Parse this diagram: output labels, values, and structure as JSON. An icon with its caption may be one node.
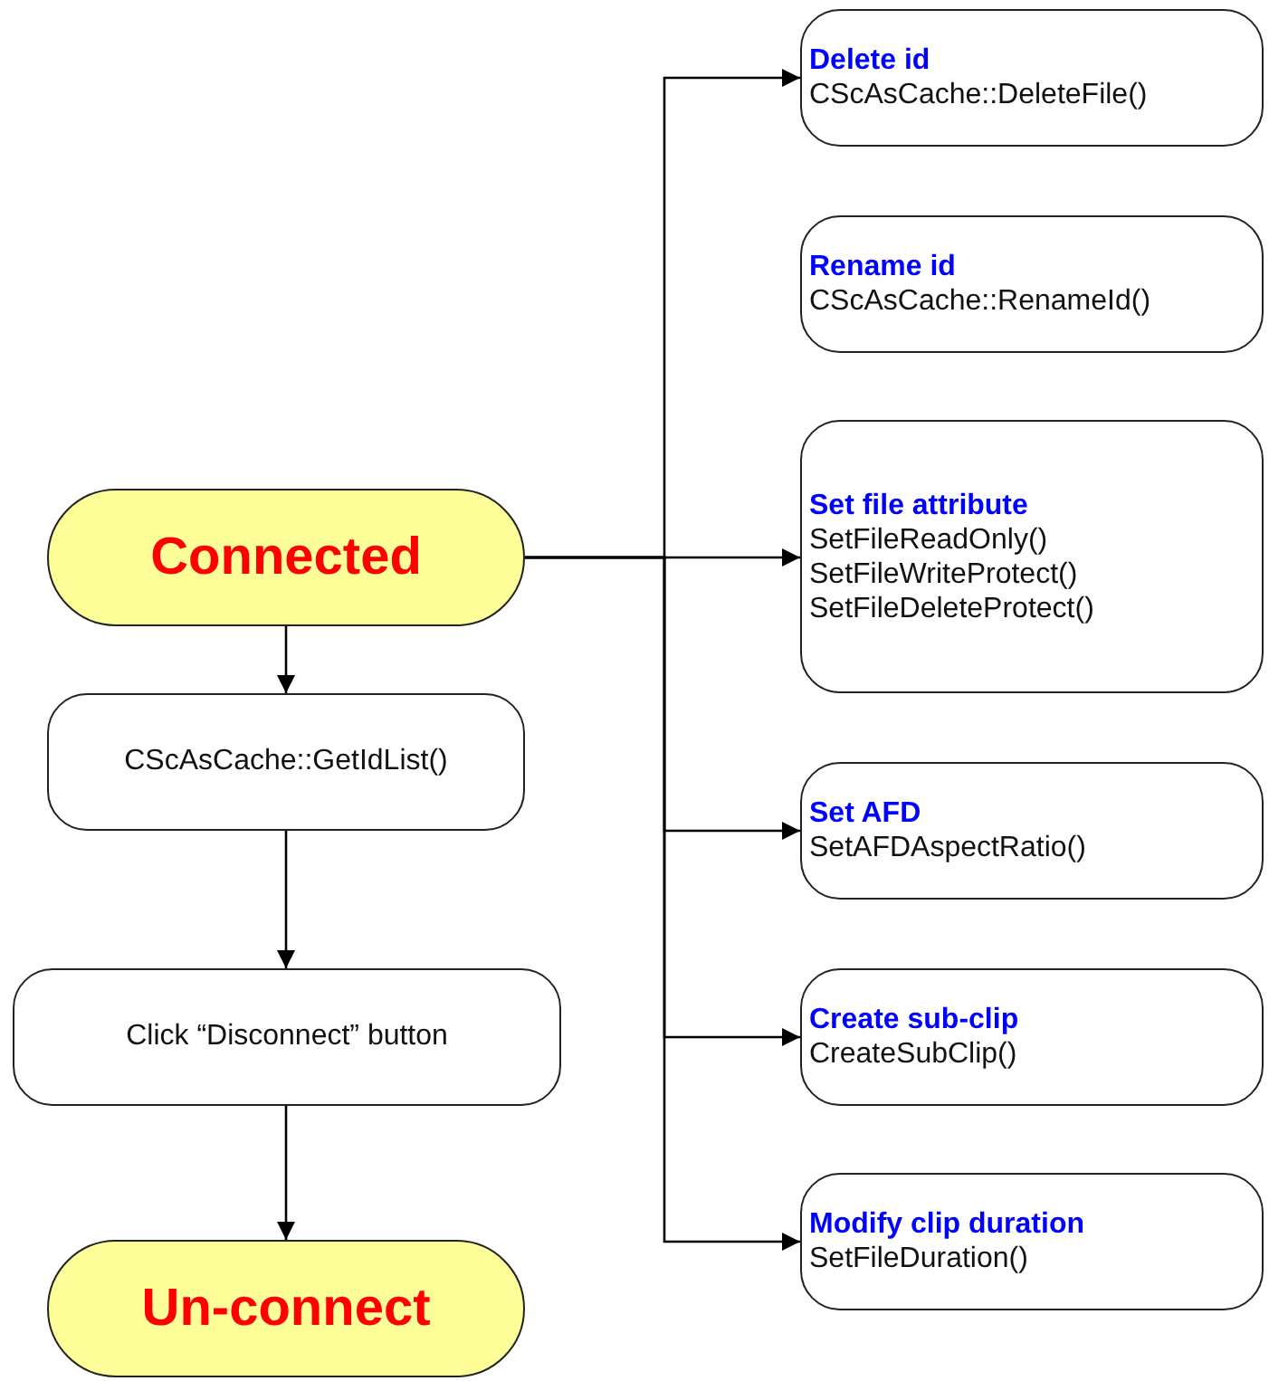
{
  "diagram": {
    "nodes": [
      {
        "text": [
          "Connected"
        ]
      },
      {
        "text": [
          "CScAsCache::GetIdList()"
        ]
      },
      {
        "text": [
          "Click “Disconnect” button"
        ]
      },
      {
        "text": [
          "Un-connect"
        ]
      },
      {
        "text": [
          "Delete id",
          "CScAsCache::DeleteFile()"
        ]
      },
      {
        "text": [
          "Rename id",
          "CScAsCache::RenameId()"
        ]
      },
      {
        "text": [
          "Set file attribute",
          "SetFileReadOnly()",
          "SetFileWriteProtect()",
          "SetFileDeleteProtect()"
        ]
      },
      {
        "text": [
          "Set AFD",
          "SetAFDAspectRatio()"
        ]
      },
      {
        "text": [
          "Create sub-clip",
          "CreateSubClip()"
        ]
      },
      {
        "text": [
          "Modify clip duration",
          "SetFileDuration()"
        ]
      }
    ],
    "edges": [
      {
        "from": 0,
        "to": 1,
        "arrow": "to"
      },
      {
        "from": 1,
        "to": 2,
        "arrow": "to"
      },
      {
        "from": 2,
        "to": 3,
        "arrow": "to"
      },
      {
        "from": 0,
        "to": 4,
        "arrow": "to"
      },
      {
        "from": 0,
        "to": 6,
        "arrow": "to"
      },
      {
        "from": 0,
        "to": 7,
        "arrow": "to"
      },
      {
        "from": 0,
        "to": 8,
        "arrow": "to"
      },
      {
        "from": 0,
        "to": 9,
        "arrow": "to"
      }
    ]
  }
}
